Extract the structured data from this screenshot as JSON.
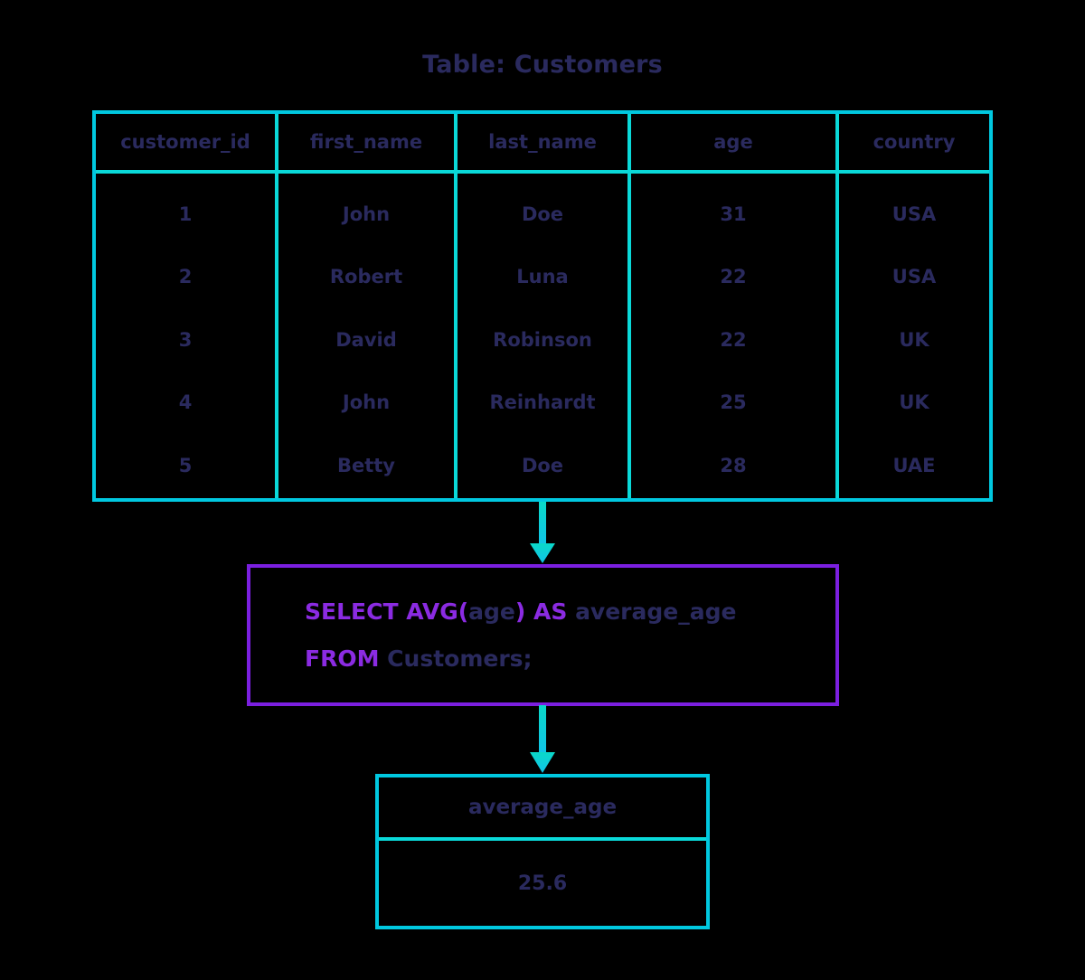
{
  "title": "Table: Customers",
  "colors": {
    "background": "#000000",
    "table_border": "#00c8e0",
    "divider": "#0ad9d9",
    "text": "#2a2a5e",
    "sql_box_border": "#7b1fe0",
    "sql_keyword": "#8b2be2",
    "arrow": "#12d6d6"
  },
  "source_table": {
    "name": "Customers",
    "columns": [
      "customer_id",
      "first_name",
      "last_name",
      "age",
      "country"
    ],
    "rows": [
      [
        "1",
        "John",
        "Doe",
        "31",
        "USA"
      ],
      [
        "2",
        "Robert",
        "Luna",
        "22",
        "USA"
      ],
      [
        "3",
        "David",
        "Robinson",
        "22",
        "UK"
      ],
      [
        "4",
        "John",
        "Reinhardt",
        "25",
        "UK"
      ],
      [
        "5",
        "Betty",
        "Doe",
        "28",
        "UAE"
      ]
    ]
  },
  "query": {
    "line1": {
      "kw1": "SELECT AVG(",
      "id1": "age",
      "kw2": ") AS ",
      "id2": "average_age"
    },
    "line2": {
      "kw1": "FROM ",
      "id1": "Customers;"
    },
    "full_text": "SELECT AVG(age) AS average_age FROM Customers;"
  },
  "result_table": {
    "column": "average_age",
    "value": "25.6"
  },
  "arrows": [
    {
      "name": "table-to-query",
      "direction": "down"
    },
    {
      "name": "query-to-result",
      "direction": "down"
    }
  ]
}
